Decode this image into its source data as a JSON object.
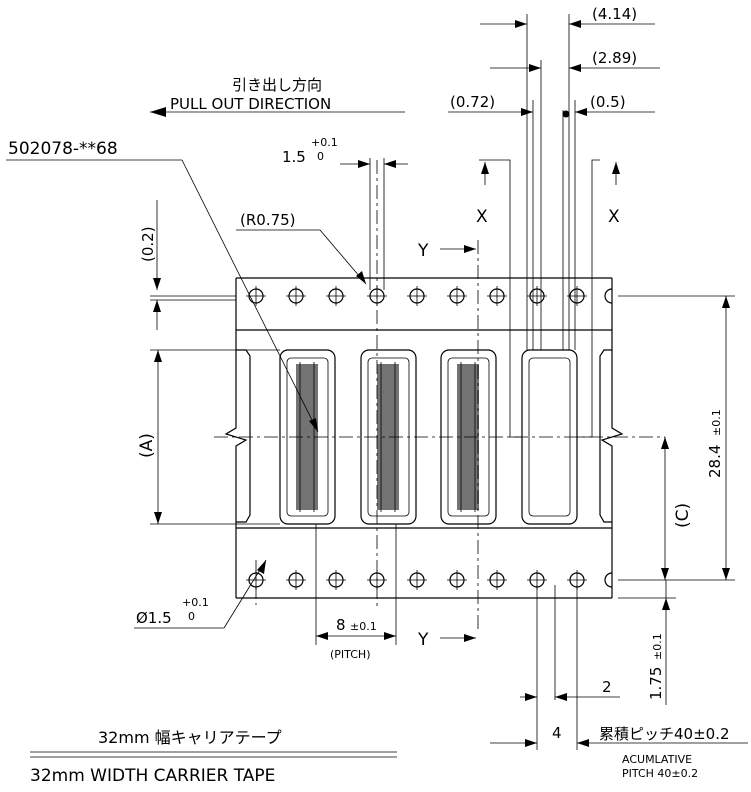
{
  "labels": {
    "dim_414": "(4.14)",
    "dim_289": "(2.89)",
    "dim_072": "(0.72)",
    "dim_05": "(0.5)",
    "pull_out_jp": "引き出し方向",
    "pull_out_en": "PULL OUT DIRECTION",
    "part_number": "502078-**68",
    "hole_pitch_base": "1.5",
    "hole_pitch_plus": "+0.1",
    "hole_pitch_minus": "0",
    "radius": "(R0.75)",
    "dim_02": "(0.2)",
    "section_x": "X",
    "section_y": "Y",
    "dim_a": "(A)",
    "dim_c": "(C)",
    "dim_284_base": "28.4",
    "dim_284_tol": "±0.1",
    "diameter_base": "Ø1.5",
    "diameter_plus": "+0.1",
    "diameter_minus": "0",
    "pitch_base": "8",
    "pitch_tol": "±0.1",
    "pitch_label": "(PITCH)",
    "dim_175_base": "1.75",
    "dim_175_tol": "±0.1",
    "dim_2": "2",
    "dim_4": "4",
    "cumulative_pitch_jp": "累積ピッチ40±0.2",
    "cumulative_pitch_en_1": "ACUMLATIVE",
    "cumulative_pitch_en_2": "PITCH 40±0.2",
    "tape_title_jp": "32mm 幅キャリアテープ",
    "tape_title_en": "32mm WIDTH CARRIER TAPE"
  }
}
